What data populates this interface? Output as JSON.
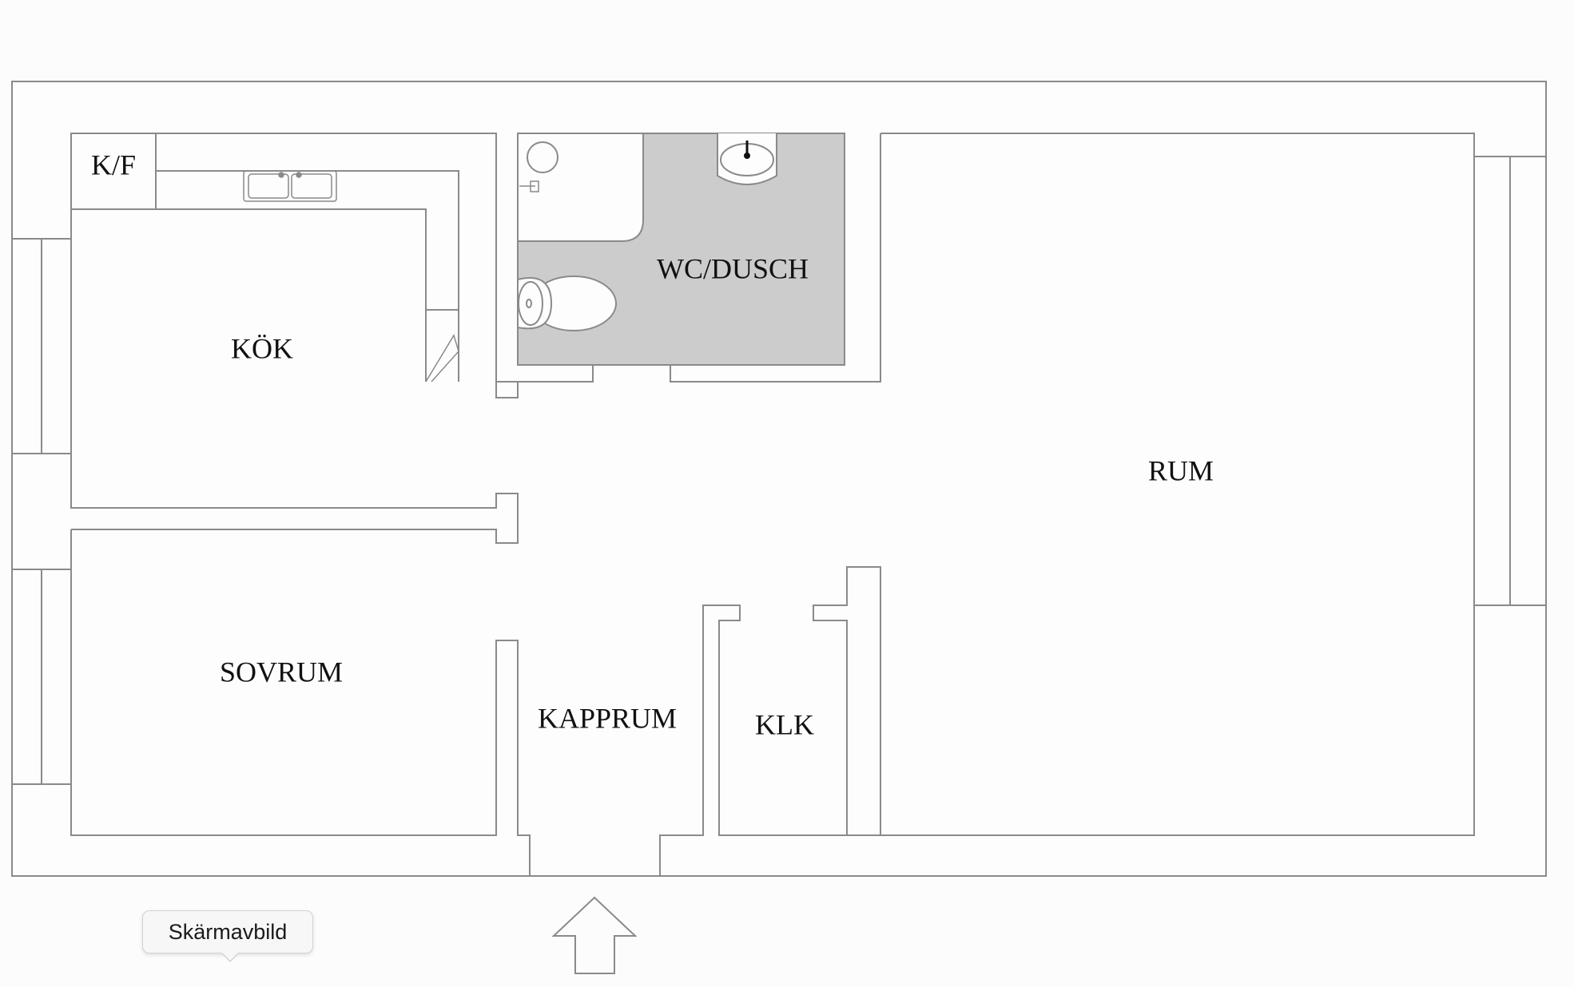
{
  "rooms": {
    "kf": "K/F",
    "kok": "KÖK",
    "wc": "WC/DUSCH",
    "rum": "RUM",
    "sovrum": "SOVRUM",
    "kapprum": "KAPPRUM",
    "klk": "KLK"
  },
  "tooltip": {
    "text": "Skärmavbild"
  },
  "icons": {
    "entrance": "arrow-up-icon",
    "sink": "kitchen-sink-icon",
    "washbasin": "washbasin-icon",
    "toilet": "toilet-icon",
    "shower": "shower-icon"
  },
  "colors": {
    "wall": "#8a8a8a",
    "bathroom_fill": "#cccccc",
    "background": "#fcfcfc"
  }
}
